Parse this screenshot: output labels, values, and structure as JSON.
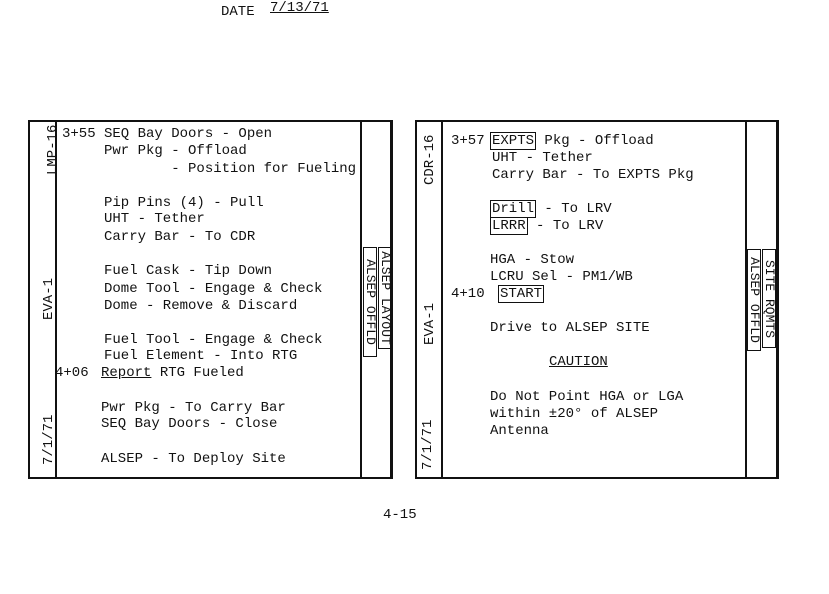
{
  "header": {
    "date_label": "DATE",
    "date_value": "7/13/71"
  },
  "left_card": {
    "side": {
      "top": "LMP-16",
      "middle": "EVA-1",
      "bottom": "7/1/71"
    },
    "tabs": [
      "ALSEP LAYOUT",
      "ALSEP OFFLD"
    ],
    "lines": [
      {
        "time": "3+55",
        "text": "SEQ Bay Doors - Open"
      },
      {
        "text": "Pwr Pkg - Offload"
      },
      {
        "text": "        - Position for Fueling"
      },
      {
        "text": "Pip Pins (4) - Pull"
      },
      {
        "text": "UHT - Tether"
      },
      {
        "text": "Carry Bar - To CDR"
      },
      {
        "text": "Fuel Cask - Tip Down"
      },
      {
        "text": "Dome Tool - Engage & Check"
      },
      {
        "text": "Dome - Remove & Discard"
      },
      {
        "text": "Fuel Tool - Engage & Check"
      },
      {
        "text": "Fuel Element - Into RTG"
      },
      {
        "time": "4+06",
        "emph": "Report",
        "text": " RTG Fueled"
      },
      {
        "text": "Pwr Pkg - To Carry Bar"
      },
      {
        "text": "SEQ Bay Doors - Close"
      },
      {
        "text": "ALSEP - To Deploy Site"
      }
    ]
  },
  "right_card": {
    "side": {
      "top": "CDR-16",
      "middle": "EVA-1",
      "bottom": "7/1/71"
    },
    "tabs": [
      "SITE RQMTS",
      "ALSEP OFFLD"
    ],
    "lines": [
      {
        "time": "3+57",
        "boxed": "EXPTS",
        "text": " Pkg - Offload"
      },
      {
        "text": "UHT - Tether"
      },
      {
        "text": "Carry Bar - To EXPTS Pkg"
      },
      {
        "boxed": "Drill",
        "text": " - To LRV"
      },
      {
        "boxed": "LRRR",
        "text": " - To LRV"
      },
      {
        "text": "HGA - Stow"
      },
      {
        "text": "LCRU Sel - PM1/WB"
      },
      {
        "time": "4+10",
        "boxed": "START",
        "text": ""
      },
      {
        "text": "Drive to ALSEP SITE"
      },
      {
        "text": "CAUTION"
      },
      {
        "text": "Do Not Point HGA or LGA"
      },
      {
        "text": "within ±20° of ALSEP"
      },
      {
        "text": "Antenna"
      }
    ]
  },
  "footer": {
    "page_number": "4-15"
  }
}
